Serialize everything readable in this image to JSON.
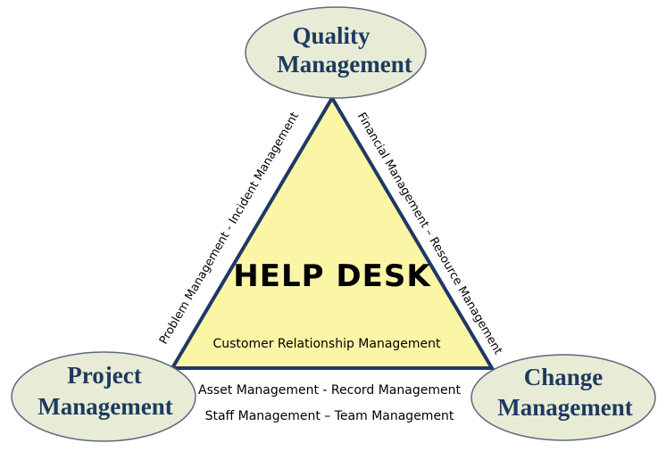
{
  "diagram": {
    "center_title": "HELP DESK",
    "center_subtitle": "Customer Relationship Management",
    "nodes": {
      "top": [
        "Quality",
        "Management"
      ],
      "left": [
        "Project",
        "Management"
      ],
      "right": [
        "Change",
        "Management"
      ]
    },
    "edges": {
      "left": "Problem Management - Incident Management",
      "right": "Financial Management – Resource Management",
      "bottom_line1": "Asset Management - Record Management",
      "bottom_line2": "Staff Management – Team Management"
    },
    "colors": {
      "triangle_fill": "#fbf5a6",
      "triangle_stroke": "#1f3864",
      "node_fill": "#e8ecd6",
      "node_stroke": "#5a6b7c",
      "node_text": "#1f3a5f"
    }
  }
}
